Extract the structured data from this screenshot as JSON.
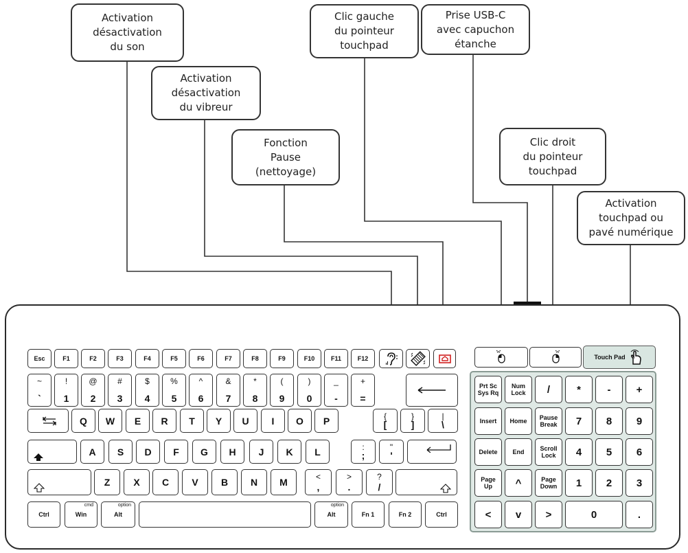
{
  "callouts": [
    "Activation\ndésactivation\ndu son",
    "Activation\ndésactivation\ndu vibreur",
    "Fonction\nPause\n(nettoyage)",
    "Clic gauche\ndu pointeur\ntouchpad",
    "Prise USB-C\navec capuchon\nétanche",
    "Clic droit\ndu pointeur\ntouchpad",
    "Activation\ntouchpad ou\npavé numérique"
  ],
  "keys": {
    "row_f": [
      "Esc",
      "F1",
      "F2",
      "F3",
      "F4",
      "F5",
      "F6",
      "F7",
      "F8",
      "F9",
      "F10",
      "F11",
      "F12"
    ],
    "row_num": [
      [
        "~",
        "`"
      ],
      [
        "!",
        "1"
      ],
      [
        "@",
        "2"
      ],
      [
        "#",
        "3"
      ],
      [
        "$",
        "4"
      ],
      [
        "%",
        "5"
      ],
      [
        "^",
        "6"
      ],
      [
        "&",
        "7"
      ],
      [
        "*",
        "8"
      ],
      [
        "(",
        "9"
      ],
      [
        ")",
        "0"
      ],
      [
        "_",
        "-"
      ],
      [
        "+",
        "="
      ]
    ],
    "backspace": "Backspace",
    "row_q": [
      "Q",
      "W",
      "E",
      "R",
      "T",
      "Y",
      "U",
      "I",
      "O",
      "P"
    ],
    "row_q_dual": [
      [
        "{",
        "["
      ],
      [
        "}",
        "]"
      ],
      [
        "|",
        "\\"
      ]
    ],
    "tab": "Tab",
    "caps": "Caps",
    "row_a": [
      "A",
      "S",
      "D",
      "F",
      "G",
      "H",
      "J",
      "K",
      "L"
    ],
    "row_a_dual": [
      [
        ":",
        ";"
      ],
      [
        "\"",
        "'"
      ]
    ],
    "enter": "Enter",
    "shift": "Shift",
    "row_z": [
      "Z",
      "X",
      "C",
      "V",
      "B",
      "N",
      "M"
    ],
    "row_z_dual": [
      [
        "<",
        ","
      ],
      [
        ">",
        "."
      ],
      [
        "?",
        "/"
      ]
    ],
    "ctrl": "Ctrl",
    "win": "Win",
    "cmd": "cmd",
    "alt": "Alt",
    "option": "option",
    "fn1": "Fn 1",
    "fn2": "Fn 2",
    "touch_pad": "Touch Pad"
  },
  "numpad": {
    "keys": [
      "Prt Sc\nSys Rq",
      "Num\nLock",
      "/",
      "*",
      "-",
      "+",
      "Insert",
      "Home",
      "Pause\nBreak",
      "7",
      "8",
      "9",
      "Delete",
      "End",
      "Scroll\nLock",
      "4",
      "5",
      "6",
      "Page\nUp",
      "^",
      "Page\nDown",
      "1",
      "2",
      "3",
      "<",
      "v",
      ">",
      "0",
      "."
    ]
  }
}
